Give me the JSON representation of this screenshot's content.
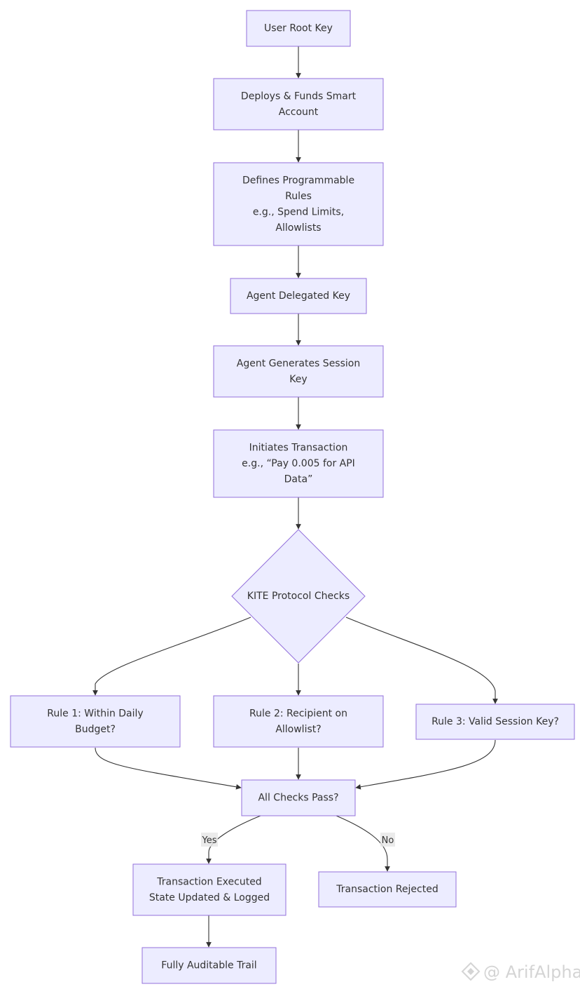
{
  "nodes": {
    "user_root_key": [
      "User Root Key"
    ],
    "deploys_funds": [
      "Deploys & Funds Smart",
      "Account"
    ],
    "defines_rules": [
      "Defines Programmable",
      "Rules",
      "e.g., Spend Limits,",
      "Allowlists"
    ],
    "agent_delegated_key": [
      "Agent Delegated Key"
    ],
    "agent_session_key": [
      "Agent Generates Session",
      "Key"
    ],
    "initiates_transaction": [
      "Initiates Transaction",
      "e.g., “Pay 0.005 for API",
      "Data”"
    ],
    "kite_checks": [
      "KITE Protocol Checks"
    ],
    "rule1": [
      "Rule 1: Within Daily",
      "Budget?"
    ],
    "rule2": [
      "Rule 2: Recipient on",
      "Allowlist?"
    ],
    "rule3": [
      "Rule 3: Valid Session Key?"
    ],
    "all_checks_pass": [
      "All Checks Pass?"
    ],
    "transaction_executed": [
      "Transaction Executed",
      "State Updated & Logged"
    ],
    "transaction_rejected": [
      "Transaction Rejected"
    ],
    "auditable_trail": [
      "Fully Auditable Trail"
    ]
  },
  "edge_labels": {
    "yes": "Yes",
    "no": "No"
  },
  "watermark": {
    "text": "@ ArifAlpha"
  },
  "colors": {
    "node_fill": "#ECECFF",
    "node_stroke": "#9370DB",
    "edge": "#333333",
    "text": "#333333"
  }
}
